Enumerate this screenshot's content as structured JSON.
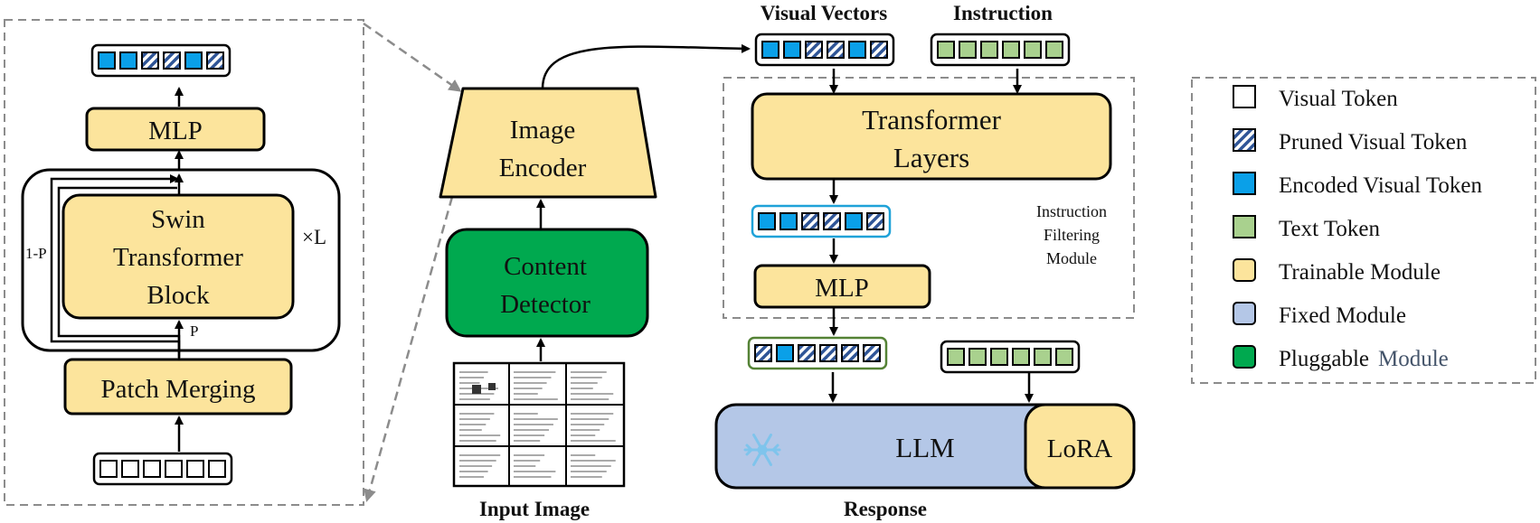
{
  "colors": {
    "trainable": "#fce49c",
    "fixed": "#b4c7e7",
    "pluggable": "#00a94f",
    "encoded": "#0aa0e8",
    "text_token": "#a9d18e",
    "pruned_stripe": "#2f5597",
    "outline": "#000000",
    "dashed": "#8c8c8c",
    "filtered_border": "#1fa2d8",
    "llm_input_border": "#548235"
  },
  "swin_detail": {
    "mlp": "MLP",
    "block": [
      "Swin",
      "Transformer",
      "Block"
    ],
    "repeat": "×L",
    "skip": "1-P",
    "keep": "P",
    "patch_merging": "Patch Merging"
  },
  "encoder": {
    "image_encoder": [
      "Image",
      "Encoder"
    ],
    "content_detector": [
      "Content",
      "Detector"
    ],
    "input_label": "Input Image"
  },
  "llm_side": {
    "visual_vectors_label": "Visual Vectors",
    "instruction_label": "Instruction",
    "transformer": [
      "Transformer",
      "Layers"
    ],
    "mlp": "MLP",
    "filter_module": [
      "Instruction",
      "Filtering",
      "Module"
    ],
    "llm": "LLM",
    "lora": "LoRA",
    "snowflake_icon": "snowflake-icon",
    "response_label": "Response"
  },
  "legend": [
    {
      "kind": "visual",
      "label": "Visual Token"
    },
    {
      "kind": "pruned",
      "label": "Pruned Visual Token"
    },
    {
      "kind": "encoded",
      "label": "Encoded Visual Token"
    },
    {
      "kind": "text",
      "label": "Text Token"
    },
    {
      "kind": "trainable",
      "label": "Trainable Module"
    },
    {
      "kind": "fixed",
      "label": "Fixed Module"
    },
    {
      "kind": "pluggable",
      "label": "Pluggable",
      "suffix": "Module"
    }
  ]
}
